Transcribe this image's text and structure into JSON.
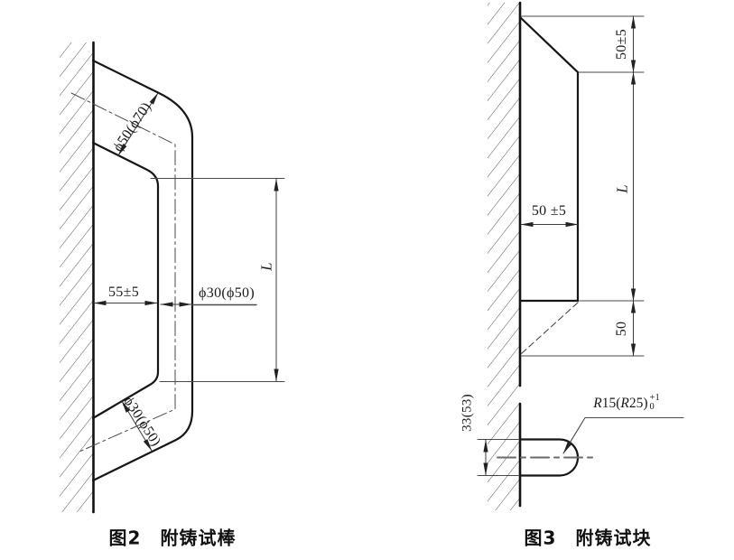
{
  "figure2": {
    "caption": "图2　附铸试棒",
    "dim_top_neck": "ϕ50(ϕ70)",
    "dim_offset": "55±5",
    "dim_bar_diameter": "ϕ30(ϕ50)",
    "dim_length": "L",
    "dim_bottom_neck": "ϕ30(ϕ50)"
  },
  "figure3": {
    "caption": "图3　附铸试块",
    "dim_top_height": "50±5",
    "dim_length": "L",
    "dim_bottom_height": "50",
    "dim_width": "50 ±5",
    "dim_detail_thickness": "33(53)",
    "radius": {
      "r1": "R",
      "n1": "15(",
      "r2": "R",
      "n2": "25)",
      "tol_upper": "+1",
      "tol_lower": "0"
    }
  }
}
